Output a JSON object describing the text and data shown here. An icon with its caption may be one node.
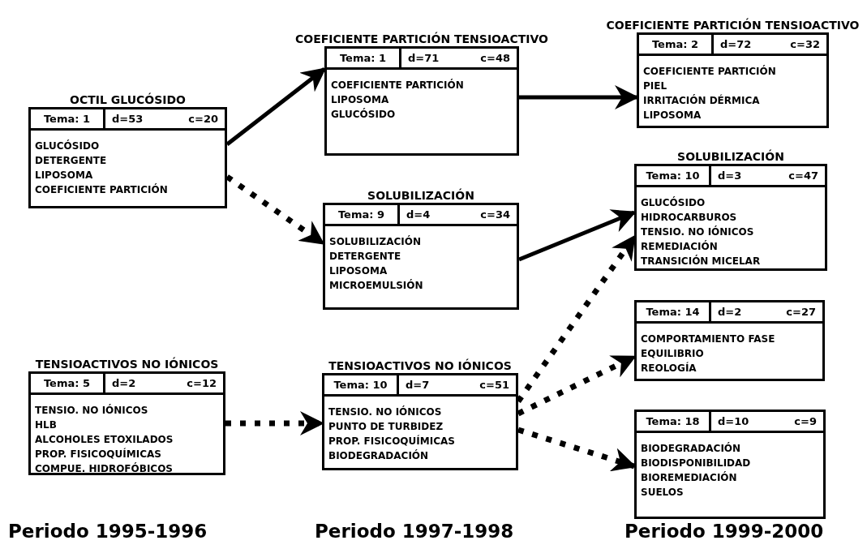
{
  "diagram": {
    "nodes": [
      {
        "text": [
          "OCTIL GLUCÓSIDO",
          "Tema: 1",
          "d=53",
          "c=20",
          "GLUCÓSIDO",
          "DETERGENTE",
          "LIPOSOMA",
          "COEFICIENTE PARTICIÓN"
        ]
      },
      {
        "text": [
          "TENSIOACTIVOS NO IÓNICOS",
          "Tema: 5",
          "d=2",
          "c=12",
          "TENSIO. NO IÓNICOS",
          "HLB",
          "ALCOHOLES ETOXILADOS",
          "PROP. FISICOQUÍMICAS",
          "COMPUE. HIDROFÓBICOS"
        ]
      },
      {
        "text": [
          "COEFICIENTE PARTICIÓN TENSIOACTIVO",
          "Tema: 1",
          "d=71",
          "c=48",
          "COEFICIENTE PARTICIÓN",
          "LIPOSOMA",
          "GLUCÓSIDO"
        ]
      },
      {
        "text": [
          "SOLUBILIZACIÓN",
          "Tema: 9",
          "d=4",
          "c=34",
          "SOLUBILIZACIÓN",
          "DETERGENTE",
          "LIPOSOMA",
          "MICROEMULSIÓN"
        ]
      },
      {
        "text": [
          "TENSIOACTIVOS NO IÓNICOS",
          "Tema: 10",
          "d=7",
          "c=51",
          "TENSIO. NO IÓNICOS",
          "PUNTO DE TURBIDEZ",
          "PROP. FISICOQUÍMICAS",
          "BIODEGRADACIÓN"
        ]
      },
      {
        "text": [
          "COEFICIENTE PARTICIÓN TENSIOACTIVO",
          "Tema: 2",
          "d=72",
          "c=32",
          "COEFICIENTE PARTICIÓN",
          "PIEL",
          "IRRITACIÓN DÉRMICA",
          "LIPOSOMA"
        ]
      },
      {
        "text": [
          "SOLUBILIZACIÓN",
          "Tema: 10",
          "d=3",
          "c=47",
          "GLUCÓSIDO",
          "HIDROCARBUROS",
          "TENSIO. NO IÓNICOS",
          "REMEDIACIÓN",
          "TRANSICIÓN MICELAR"
        ]
      },
      {
        "text": [
          "Tema: 14",
          "d=2",
          "c=27",
          "COMPORTAMIENTO FASE",
          "EQUILIBRIO",
          "REOLOGÍA"
        ]
      },
      {
        "text": [
          "Tema: 18",
          "d=10",
          "c=9",
          "BIODEGRADACIÓN",
          "BIODISPONIBILIDAD",
          "BIOREMEDIACIÓN",
          "SUELOS"
        ]
      }
    ],
    "edges": [
      {
        "from": 0,
        "to": 2,
        "arrow": "to"
      },
      {
        "from": 0,
        "to": 3,
        "arrow": "to",
        "style": "dashed"
      },
      {
        "from": 1,
        "to": 4,
        "arrow": "to",
        "style": "dashed"
      },
      {
        "from": 2,
        "to": 5,
        "arrow": "to"
      },
      {
        "from": 3,
        "to": 6,
        "arrow": "to"
      },
      {
        "from": 4,
        "to": 6,
        "arrow": "to",
        "style": "dashed"
      },
      {
        "from": 4,
        "to": 7,
        "arrow": "to",
        "style": "dashed"
      },
      {
        "from": 4,
        "to": 8,
        "arrow": "to",
        "style": "dashed"
      }
    ],
    "labels": [
      "Periodo 1995-1996",
      "Periodo 1997-1998",
      "Periodo 1999-2000"
    ]
  }
}
